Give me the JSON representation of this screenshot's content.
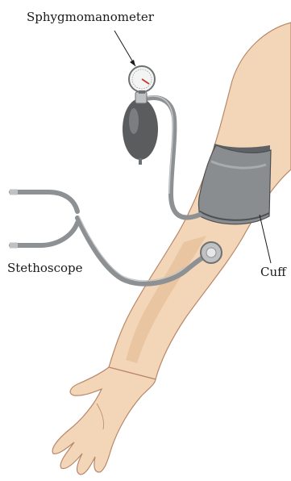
{
  "labels": {
    "sphygmomanometer": "Sphygmomanometer",
    "stethoscope": "Stethoscope",
    "cuff": "Cuff"
  },
  "colors": {
    "skin": "#f3d6b7",
    "skin_shadow": "#e2b892",
    "skin_outline": "#b9876a",
    "cuff": "#8a8d8f",
    "cuff_dark": "#5f6264",
    "tube": "#8e9193",
    "tube_light": "#c4c6c7",
    "bulb": "#5a5c5e",
    "gauge_face": "#f4f4f4",
    "needle": "#c0392b",
    "line": "#1a1a1a"
  }
}
